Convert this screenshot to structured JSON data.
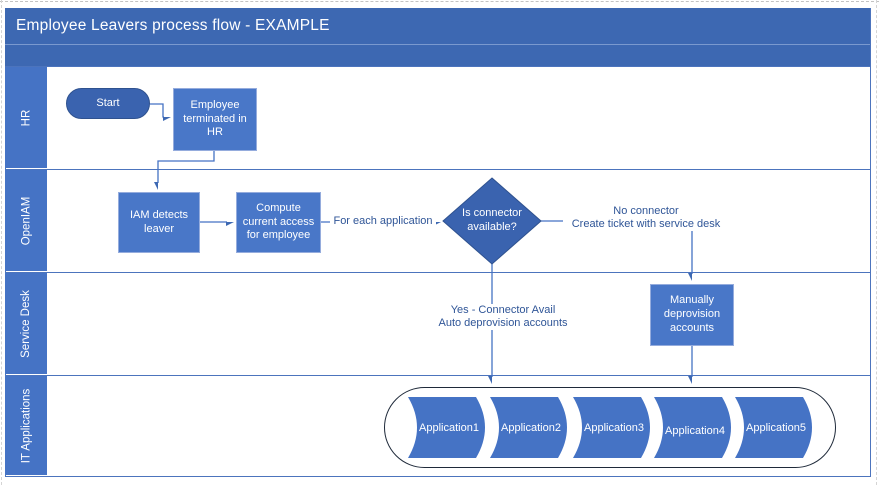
{
  "page": {
    "title": "Employee Leavers process flow - EXAMPLE"
  },
  "lanes": [
    {
      "label": "HR"
    },
    {
      "label": "OpenIAM"
    },
    {
      "label": "Service Desk"
    },
    {
      "label": "IT Applications"
    }
  ],
  "nodes": {
    "start": {
      "label": "Start"
    },
    "employee_terminated": {
      "label": "Employee terminated in HR"
    },
    "iam_detects": {
      "label": "IAM detects leaver"
    },
    "compute_access": {
      "label": "Compute current access for employee"
    },
    "connector_decision": {
      "label": "Is connector available?"
    },
    "manually_deprovision": {
      "label": "Manually deprovision accounts"
    },
    "applications": [
      {
        "label": "Application1"
      },
      {
        "label": "Application2"
      },
      {
        "label": "Application3"
      },
      {
        "label": "Application4"
      },
      {
        "label": "Application5"
      }
    ]
  },
  "edges": {
    "for_each_application": {
      "label": "For each application"
    },
    "no_connector": {
      "line1": "No connector",
      "line2": "Create ticket with service desk"
    },
    "yes_connector": {
      "line1": "Yes - Connector Avail",
      "line2": "Auto deprovision accounts"
    }
  },
  "colors": {
    "header_blue": "#3d68b2",
    "lane_label_blue": "#4573c5",
    "process_fill": "#4977c8",
    "process_border": "#95acdd",
    "terminal_fill": "#3a63af",
    "terminal_border": "#2f528f",
    "connector_blue": "#4472c4",
    "edge_label_text": "#2f5597",
    "container_border": "#1f2a3a"
  }
}
